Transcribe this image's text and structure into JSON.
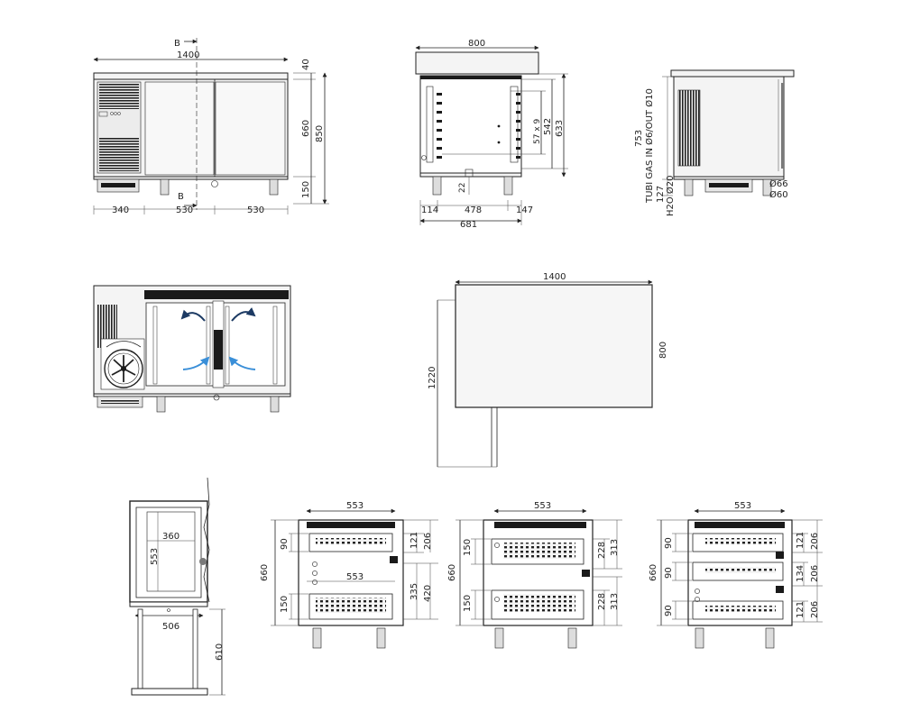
{
  "front_view": {
    "section_mark_top": "B",
    "section_mark_bottom": "B",
    "width": "1400",
    "h_top": "40",
    "h_body": "660",
    "h_total": "850",
    "h_legs": "150",
    "w_left": "340",
    "w_mid": "530",
    "w_right": "530"
  },
  "side_view": {
    "width": "800",
    "shelf_pitch": "57 x 9",
    "h_inner": "542",
    "h_outer": "633",
    "leg_offset": "22",
    "w_left": "114",
    "w_mid": "478",
    "w_right": "147",
    "w_total": "681"
  },
  "rear_view": {
    "h_total": "753",
    "tubi_label": "TUBI GAS IN Ø6/OUT Ø10",
    "h_127": "127",
    "h2o_label": "H2O Ø20",
    "d66": "Ø66",
    "d60": "Ø60"
  },
  "plan_view": {
    "width": "1400",
    "depth": "800",
    "clearance": "1220"
  },
  "section_view": {
    "w360": "360",
    "h553": "553",
    "w506": "506",
    "h610": "610"
  },
  "drawer_view_1": {
    "top_w": "553",
    "inner_w": "553",
    "h660": "660",
    "h90": "90",
    "h150": "150",
    "h121": "121",
    "h206": "206",
    "h335": "335",
    "h420": "420"
  },
  "drawer_view_2": {
    "top_w": "553",
    "h660": "660",
    "h150a": "150",
    "h150b": "150",
    "h228a": "228",
    "h313a": "313",
    "h228b": "228",
    "h313b": "313"
  },
  "drawer_view_3": {
    "top_w": "553",
    "h660": "660",
    "h90a": "90",
    "h90b": "90",
    "h90c": "90",
    "h121a": "121",
    "h206a": "206",
    "h134": "134",
    "h206b": "206",
    "h121b": "121",
    "h206c": "206"
  }
}
